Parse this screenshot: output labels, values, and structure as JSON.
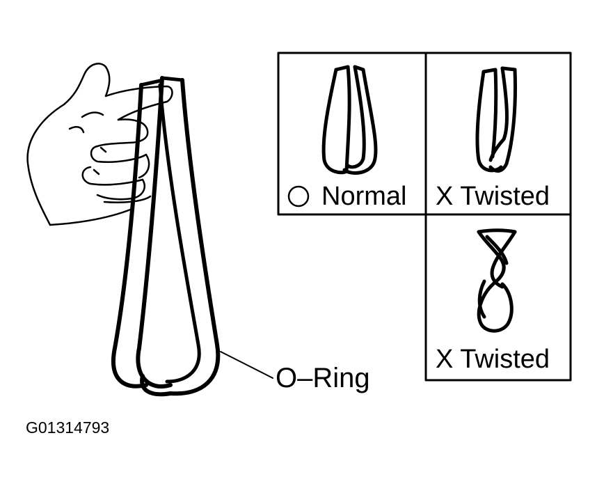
{
  "diagram": {
    "callout": {
      "oring": "O–Ring"
    },
    "figure_code": "G01314793",
    "panels": [
      {
        "id": "normal",
        "symbol": "○",
        "label": "Normal"
      },
      {
        "id": "twisted-1",
        "symbol": "X",
        "label": "X Twisted"
      },
      {
        "id": "twisted-2",
        "symbol": "X",
        "label": "X Twisted"
      }
    ],
    "icons": {
      "hand": "hand-holding-icon",
      "ring": "o-ring-icon",
      "ok": "circle-mark-icon"
    }
  }
}
